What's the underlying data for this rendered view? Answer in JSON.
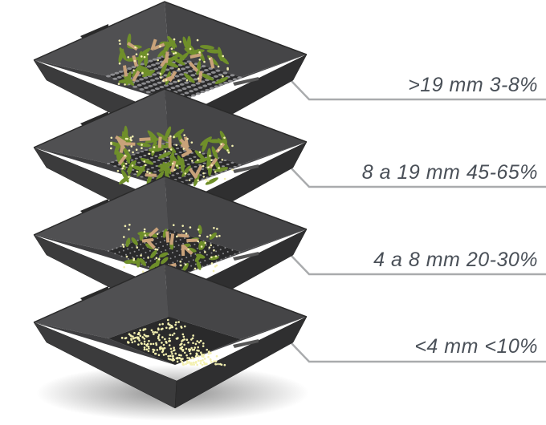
{
  "colors": {
    "tray_outer": "#3b3b3c",
    "tray_inner": "#505052",
    "floor": "#2a2a2b",
    "leader": "#a9abad",
    "label": "#4a5058",
    "leaf": "#6f8f2a",
    "wood": "#c9a27a",
    "grain": "#f3f0b0"
  },
  "tiers": [
    {
      "label": ">19 mm 3-8%"
    },
    {
      "label": "8 a 19 mm 45-65%"
    },
    {
      "label": "4 a 8 mm 20-30%"
    },
    {
      "label": "<4 mm <10%"
    }
  ]
}
